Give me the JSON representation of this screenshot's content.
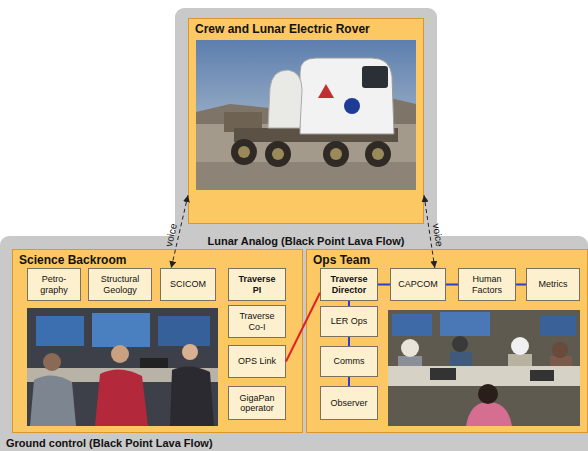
{
  "diagram": {
    "nodes": [
      {
        "text": [
          "Lunar Analog (Black Point Lava Flow)"
        ]
      },
      {
        "text": [
          "Crew and Lunar Electric Rover"
        ],
        "in": 0
      },
      {
        "text": [
          "Ground control (Black Point Lava Flow)"
        ]
      },
      {
        "text": [
          "Science Backroom"
        ],
        "in": 2
      },
      {
        "text": [
          "Petro- graphy"
        ],
        "in": 3
      },
      {
        "text": [
          "Structural Geology"
        ],
        "in": 3
      },
      {
        "text": [
          "SCICOM"
        ],
        "in": 3
      },
      {
        "text": [
          "Traverse PI"
        ],
        "in": 3
      },
      {
        "text": [
          "Traverse Co-I"
        ],
        "in": 3
      },
      {
        "text": [
          "OPS Link"
        ],
        "in": 3
      },
      {
        "text": [
          "GigaPan operator"
        ],
        "in": 3
      },
      {
        "text": [
          "Ops Team"
        ],
        "in": 2
      },
      {
        "text": [
          "Traverse Director"
        ],
        "in": 11
      },
      {
        "text": [
          "CAPCOM"
        ],
        "in": 11
      },
      {
        "text": [
          "Human Factors"
        ],
        "in": 11
      },
      {
        "text": [
          "Metrics"
        ],
        "in": 11
      },
      {
        "text": [
          "LER Ops"
        ],
        "in": 11
      },
      {
        "text": [
          "Comms"
        ],
        "in": 11
      },
      {
        "text": [
          "Observer"
        ],
        "in": 11
      }
    ],
    "edges": [
      {
        "from": 1,
        "to": 6,
        "label": "voice",
        "arrow": "both"
      },
      {
        "from": 1,
        "to": 13,
        "label": "voice",
        "arrow": "both"
      },
      {
        "from": 9,
        "to": 12,
        "arrow": "none"
      },
      {
        "from": 12,
        "to": 13,
        "arrow": "none"
      },
      {
        "from": 13,
        "to": 14,
        "arrow": "none"
      },
      {
        "from": 14,
        "to": 15,
        "arrow": "none"
      },
      {
        "from": 12,
        "to": 16,
        "arrow": "none"
      },
      {
        "from": 16,
        "to": 17,
        "arrow": "none"
      },
      {
        "from": 17,
        "to": 18,
        "arrow": "none"
      }
    ]
  }
}
